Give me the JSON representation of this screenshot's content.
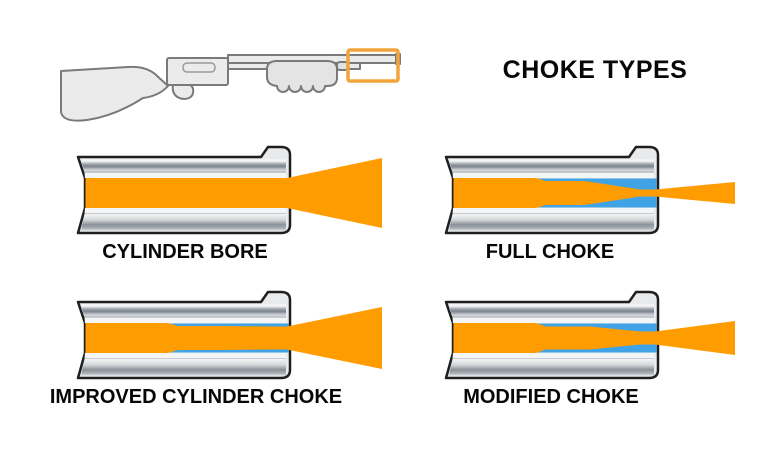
{
  "title": "CHOKE TYPES",
  "colors": {
    "shot_orange": "#FF9C00",
    "choke_blue": "#3FA3E6",
    "barrel_outline": "#1f1f1f",
    "gun_fill": "#ebebeb",
    "gun_stroke": "#7a7a7a",
    "highlight_box": "#F2A33C",
    "text": "#070707"
  },
  "gun": {
    "icon": "pump-action-shotgun-illustration",
    "highlight_icon": "muzzle-highlight-box"
  },
  "diagrams": [
    {
      "id": "cylinder-bore",
      "label": "CYLINDER BORE",
      "has_choke": false,
      "strip": 0,
      "taper_start": 0,
      "taper_end": 0,
      "exit_half": 15,
      "cone_half": 35,
      "cone_len": 95
    },
    {
      "id": "full-choke",
      "label": "FULL CHOKE",
      "has_choke": true,
      "strip": 3,
      "taper_start": 145,
      "taper_end": 200,
      "exit_half": 3.5,
      "cone_half": 11,
      "cone_len": 80
    },
    {
      "id": "improved-cylinder-choke",
      "label": "IMPROVED CYLINDER CHOKE",
      "has_choke": true,
      "strip": 3,
      "taper_start": 150,
      "taper_end": 202,
      "exit_half": 11.5,
      "cone_half": 31,
      "cone_len": 95
    },
    {
      "id": "modified-choke",
      "label": "MODIFIED CHOKE",
      "has_choke": true,
      "strip": 3.5,
      "taper_start": 150,
      "taper_end": 200,
      "exit_half": 6.5,
      "cone_half": 17,
      "cone_len": 80
    }
  ]
}
